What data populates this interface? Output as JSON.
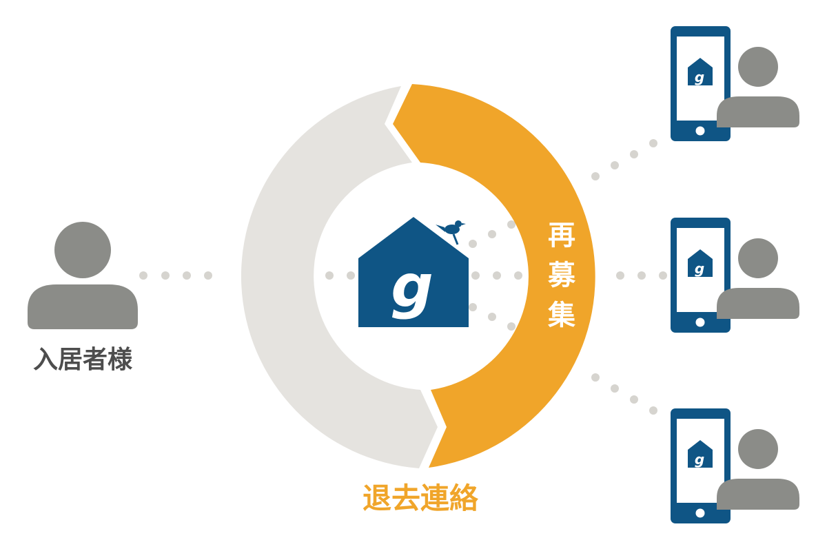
{
  "labels": {
    "resident": "入居者様",
    "vacate_notice": "退去連絡",
    "re_recruit": [
      "再",
      "募",
      "集"
    ],
    "brand_glyph": "g"
  },
  "colors": {
    "background": "#ffffff",
    "ring_gray": "#e5e3df",
    "ring_orange": "#f0a52a",
    "brand_blue": "#0f5585",
    "person_gray": "#8b8c88",
    "dot_gray": "#d6d4cf",
    "label_gray": "#4d4d4d",
    "label_orange": "#f0a52a",
    "label_white": "#ffffff"
  },
  "icons": {
    "center_logo": "house-logo-with-bird",
    "person": "person-silhouette-icon",
    "phone": "smartphone-icon"
  }
}
